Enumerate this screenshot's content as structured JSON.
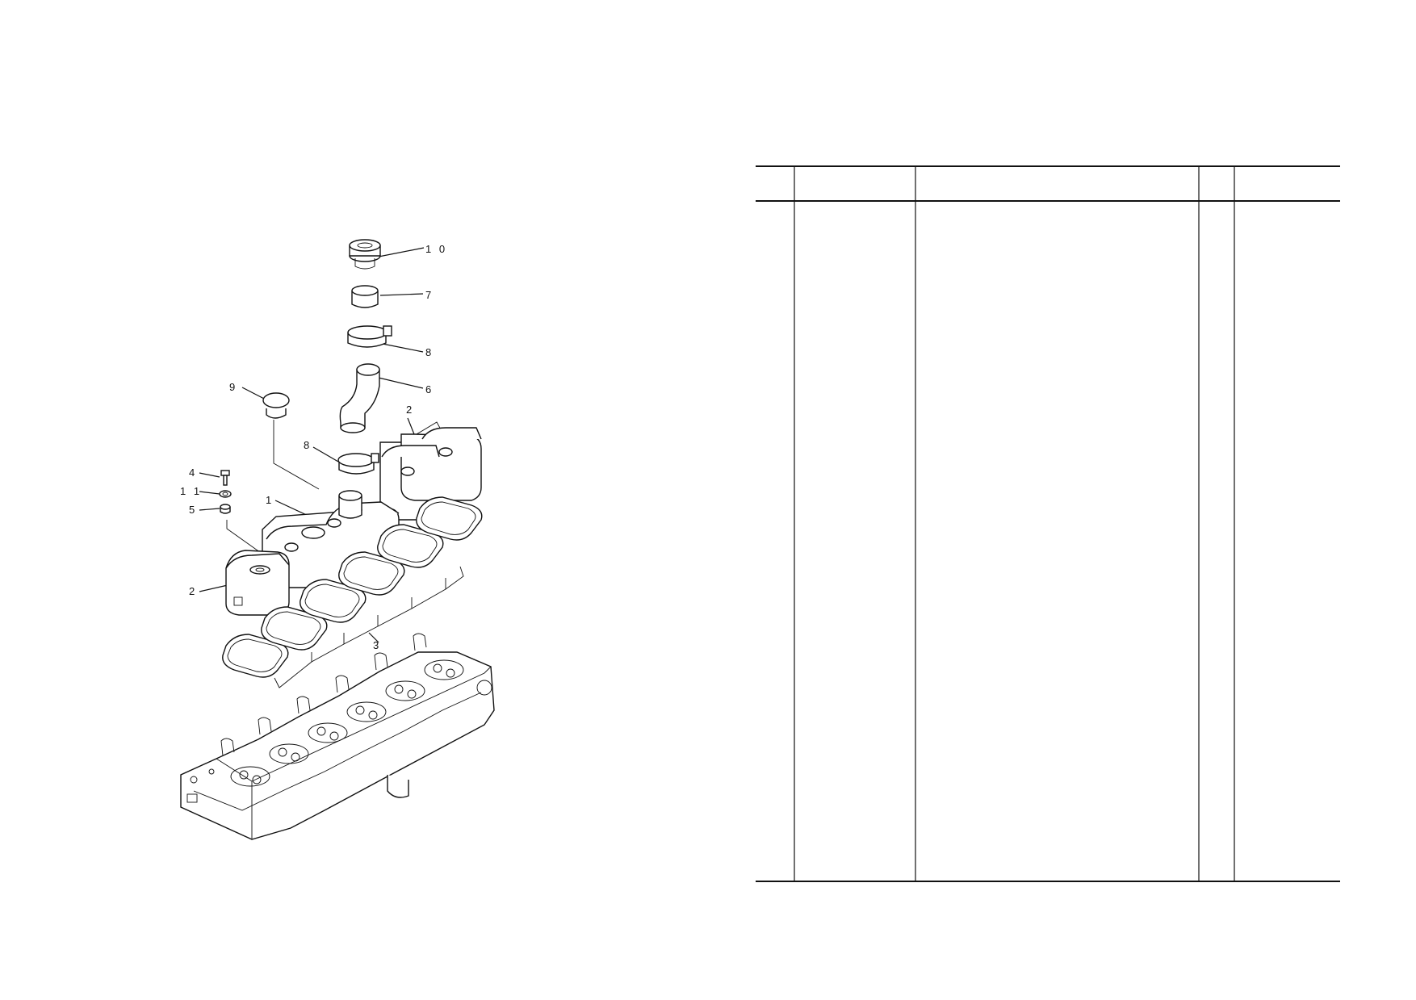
{
  "drawing": {
    "callouts": {
      "c10": "1 0",
      "c7": "7",
      "c8a": "8",
      "c6": "6",
      "c9": "9",
      "c2a": "2",
      "c8b": "8",
      "c4": "4",
      "c11": "1 1",
      "c5": "5",
      "c1": "1",
      "c2b": "2",
      "c3": "3"
    }
  },
  "table": {
    "columns": [
      "",
      "",
      "",
      "",
      ""
    ],
    "rows": []
  }
}
